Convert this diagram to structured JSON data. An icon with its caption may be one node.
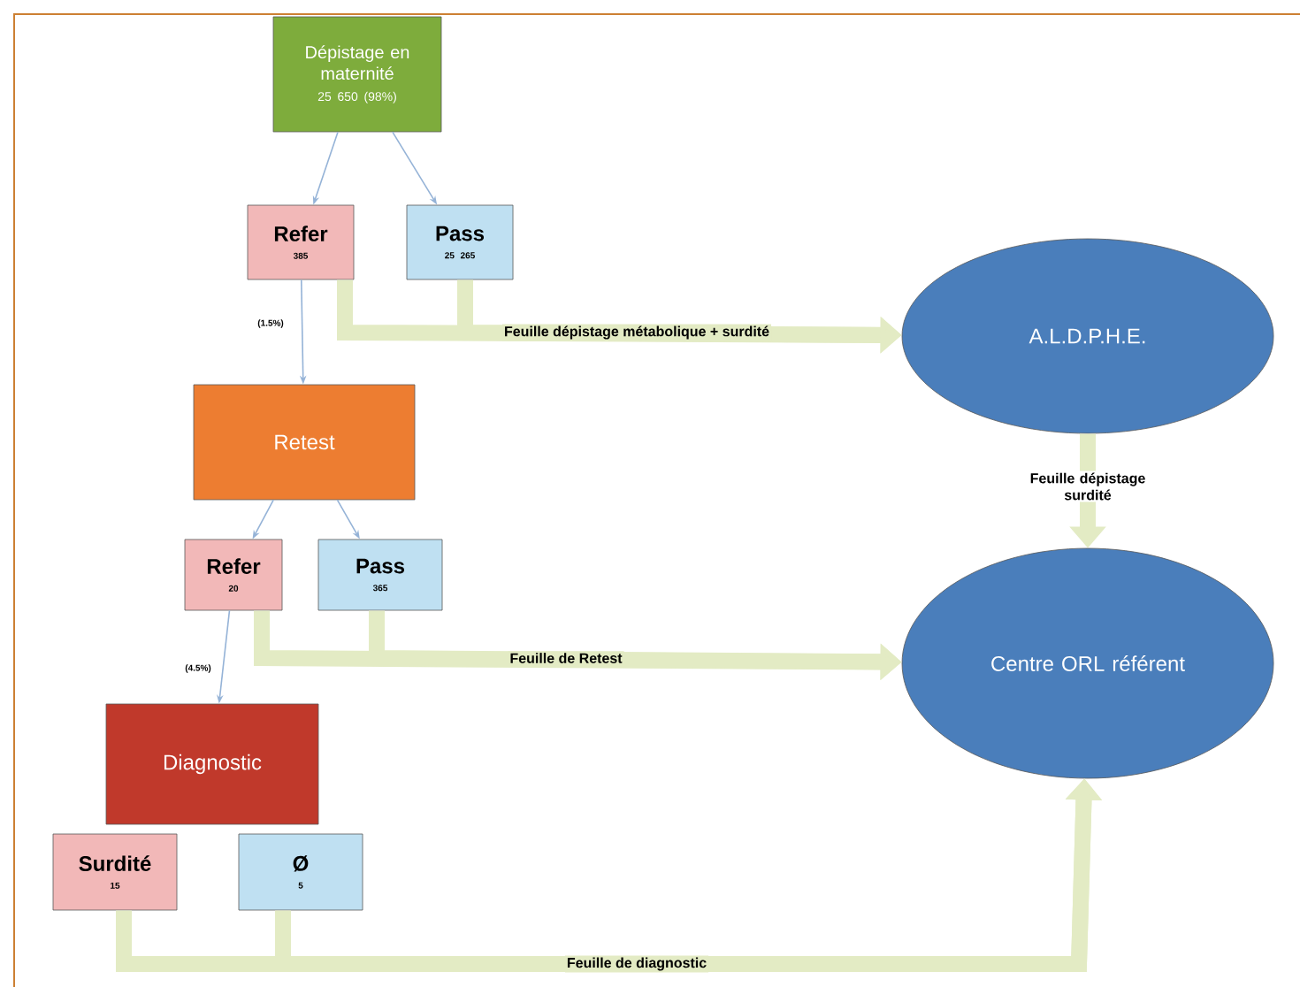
{
  "diagram": {
    "nodes": [
      {
        "text": [
          "Dépistage en maternité",
          "25 650 (98%)"
        ]
      },
      {
        "text": [
          "Refer",
          "385"
        ]
      },
      {
        "text": [
          "Pass",
          "25 265"
        ]
      },
      {
        "text": [
          "Retest"
        ]
      },
      {
        "text": [
          "Refer",
          "20"
        ]
      },
      {
        "text": [
          "Pass",
          "365"
        ]
      },
      {
        "text": [
          "Diagnostic"
        ]
      },
      {
        "text": [
          "Surdité",
          "15"
        ]
      },
      {
        "text": [
          "Ø",
          "5"
        ]
      },
      {
        "text": [
          "A.L.D.P.H.E."
        ]
      },
      {
        "text": [
          "Centre ORL référent"
        ]
      }
    ],
    "edges": [
      {
        "from": 0,
        "to": 1,
        "arrow": "to",
        "color": "#95b3d7"
      },
      {
        "from": 0,
        "to": 2,
        "arrow": "to",
        "color": "#95b3d7"
      },
      {
        "from": 1,
        "to": 3,
        "arrow": "to",
        "label": "(1.5%)",
        "color": "#95b3d7"
      },
      {
        "from": 3,
        "to": 4,
        "arrow": "to",
        "color": "#95b3d7"
      },
      {
        "from": 3,
        "to": 5,
        "arrow": "to",
        "color": "#95b3d7"
      },
      {
        "from": 4,
        "to": 6,
        "arrow": "to",
        "label": "(4.5%)",
        "color": "#95b3d7"
      },
      {
        "from": 1,
        "to": 9,
        "arrow": "to",
        "label": "Feuille dépistage métabolique + surdité"
      },
      {
        "from": 2,
        "to": 9,
        "arrow": "to"
      },
      {
        "from": 9,
        "to": 10,
        "arrow": "to",
        "label": "Feuille dépistage surdité"
      },
      {
        "from": 4,
        "to": 10,
        "arrow": "to",
        "label": "Feuille de Retest"
      },
      {
        "from": 5,
        "to": 10,
        "arrow": "to"
      },
      {
        "from": 7,
        "to": 10,
        "arrow": "to",
        "label": "Feuille de diagnostic"
      },
      {
        "from": 8,
        "to": 10,
        "arrow": "to"
      }
    ]
  }
}
